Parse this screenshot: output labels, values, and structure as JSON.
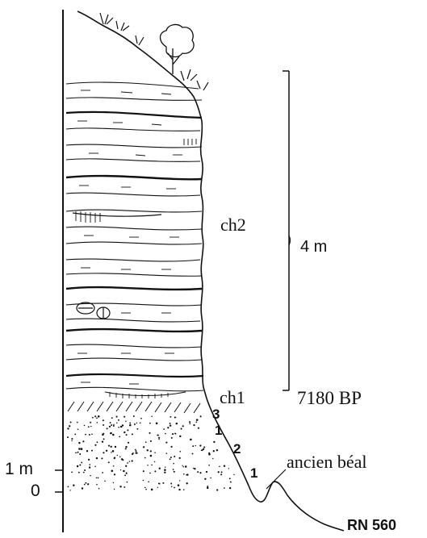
{
  "figure": {
    "background": "#ffffff",
    "ink": "#111111"
  },
  "labels": {
    "unit_upper": "ch2",
    "unit_lower": "ch1",
    "date": "7180 BP",
    "scale_bar": "4 m",
    "layer_3": "3",
    "layer_1_upper": "1",
    "layer_2": "2",
    "layer_1_lower": "1",
    "depth_1m": "1 m",
    "depth_0": "0",
    "canal": "ancien béal",
    "road": "RN 560"
  },
  "icons": [
    "tree-icon",
    "plant-tuft-icon",
    "pebble-icon"
  ]
}
